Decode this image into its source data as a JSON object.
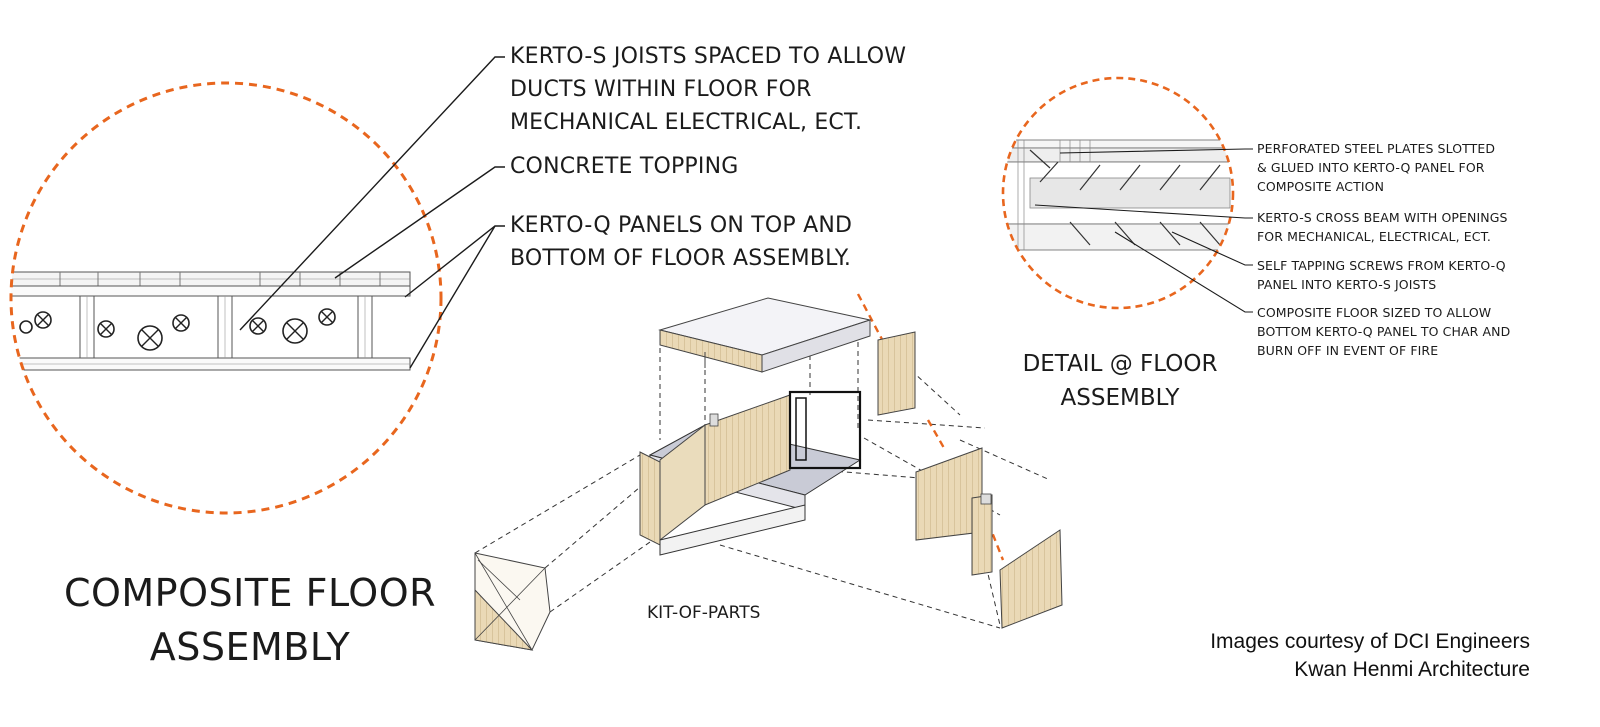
{
  "callouts_left": [
    {
      "lines": [
        "KERTO-S JOISTS SPACED TO ALLOW",
        "DUCTS WITHIN FLOOR FOR",
        "MECHANICAL ELECTRICAL, ECT."
      ]
    },
    {
      "lines": [
        "CONCRETE TOPPING"
      ]
    },
    {
      "lines": [
        "KERTO-Q PANELS ON TOP AND",
        "BOTTOM OF FLOOR ASSEMBLY."
      ]
    }
  ],
  "callouts_detail": [
    {
      "lines": [
        "PERFORATED STEEL PLATES SLOTTED",
        "& GLUED INTO KERTO-Q PANEL FOR",
        "COMPOSITE ACTION"
      ]
    },
    {
      "lines": [
        "KERTO-S CROSS BEAM WITH OPENINGS",
        "FOR MECHANICAL, ELECTRICAL, ECT."
      ]
    },
    {
      "lines": [
        "SELF TAPPING SCREWS FROM KERTO-Q",
        "PANEL INTO KERTO-S JOISTS"
      ]
    },
    {
      "lines": [
        "COMPOSITE FLOOR SIZED TO ALLOW",
        "BOTTOM KERTO-Q PANEL TO CHAR AND",
        "BURN OFF IN EVENT OF FIRE"
      ]
    }
  ],
  "titles": {
    "main": [
      "COMPOSITE FLOOR",
      "ASSEMBLY"
    ],
    "detail": [
      "DETAIL @ FLOOR",
      "ASSEMBLY"
    ],
    "kit": "KIT-OF-PARTS"
  },
  "credit": {
    "line1": "Images courtesy of DCI Engineers",
    "line2": "Kwan Henmi Architecture"
  },
  "colors": {
    "dashed_circle": "#e8661e",
    "line": "#1b1b1b",
    "timber": "#e6d6b4",
    "timber_grain": "#cdb88c",
    "module_floor": "#c9cbd6"
  }
}
